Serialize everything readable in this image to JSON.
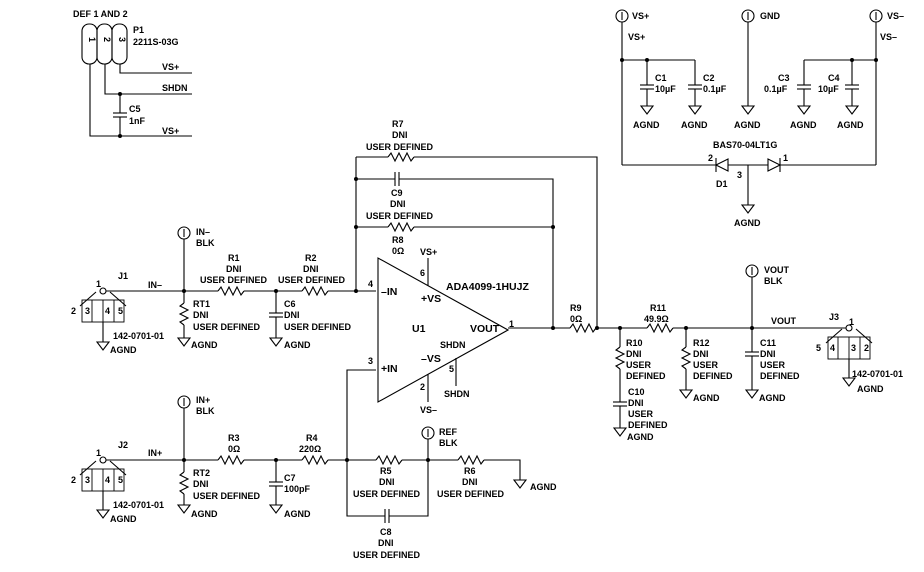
{
  "connector_p1": {
    "group_label": "DEF 1 AND 2",
    "ref": "P1",
    "part": "2211S-03G",
    "pins": [
      "1",
      "2",
      "3"
    ],
    "net_vsp_a": "VS+",
    "net_shdn": "SHDN",
    "net_vsp_b": "VS+"
  },
  "c5": {
    "ref": "C5",
    "value": "1nF"
  },
  "supply": {
    "vsp_label": "VS+",
    "vsp_net": "VS+",
    "gnd_label": "GND",
    "vsn_label": "VS–",
    "vsn_net": "VS–",
    "c1": {
      "ref": "C1",
      "value": "10µF"
    },
    "c2": {
      "ref": "C2",
      "value": "0.1µF"
    },
    "c3": {
      "ref": "C3",
      "value": "0.1µF"
    },
    "c4": {
      "ref": "C4",
      "value": "10µF"
    },
    "agnd": "AGND",
    "diode_part": "BAS70-04LT1G",
    "diode_ref": "D1",
    "diode_pins": [
      "2",
      "3",
      "1"
    ]
  },
  "feedback": {
    "r7": {
      "ref": "R7",
      "value": "DNI",
      "note": "USER DEFINED"
    },
    "c9": {
      "ref": "C9",
      "value": "DNI",
      "note": "USER DEFINED"
    },
    "r8": {
      "ref": "R8",
      "value": "0Ω"
    }
  },
  "input_minus": {
    "tp": "IN–",
    "tp2": "BLK",
    "jack": "J1",
    "jack_pin": "1",
    "net": "IN–",
    "jack_part": "142-0701-01",
    "jack_pins": [
      "2",
      "3",
      "4",
      "5"
    ],
    "r1": {
      "ref": "R1",
      "value": "DNI",
      "note": "USER DEFINED"
    },
    "r2": {
      "ref": "R2",
      "value": "DNI",
      "note": "USER DEFINED"
    },
    "rt1": {
      "ref": "RT1",
      "value": "DNI",
      "note": "USER DEFINED"
    },
    "c6": {
      "ref": "C6",
      "value": "DNI",
      "note": "USER DEFINED"
    }
  },
  "opamp": {
    "part": "ADA4099-1HUJZ",
    "ref": "U1",
    "in_minus": "–IN",
    "in_plus": "+IN",
    "vsp": "+VS",
    "vsn": "–VS",
    "vout": "VOUT",
    "shdn": "SHDN",
    "pin_in_minus": "4",
    "pin_vsp": "6",
    "pin_out": "1",
    "pin_in_plus": "3",
    "pin_vsn": "2",
    "pin_shdn": "5",
    "rail_top": "VS+",
    "rail_bot": "VS–",
    "shdn_net": "SHDN"
  },
  "output": {
    "r9": {
      "ref": "R9",
      "value": "0Ω"
    },
    "r11": {
      "ref": "R11",
      "value": "49.9Ω"
    },
    "r10": {
      "ref": "R10",
      "value": "DNI",
      "note": [
        "USER",
        "DEFINED"
      ]
    },
    "c10": {
      "ref": "C10",
      "value": "DNI",
      "note": [
        "USER",
        "DEFINED"
      ]
    },
    "r12": {
      "ref": "R12",
      "value": "DNI",
      "note": [
        "USER",
        "DEFINED"
      ]
    },
    "c11": {
      "ref": "C11",
      "value": "DNI",
      "note": [
        "USER",
        "DEFINED"
      ]
    },
    "tp": "VOUT",
    "tp2": "BLK",
    "net": "VOUT",
    "jack": "J3",
    "jack_pin": "1",
    "jack_part": "142-0701-01",
    "jack_pins": [
      "5",
      "4",
      "3",
      "2"
    ]
  },
  "input_plus": {
    "tp": "IN+",
    "tp2": "BLK",
    "jack": "J2",
    "jack_pin": "1",
    "net": "IN+",
    "jack_part": "142-0701-01",
    "jack_pins": [
      "2",
      "3",
      "4",
      "5"
    ],
    "r3": {
      "ref": "R3",
      "value": "0Ω"
    },
    "r4": {
      "ref": "R4",
      "value": "220Ω"
    },
    "rt2": {
      "ref": "RT2",
      "value": "DNI",
      "note": "USER DEFINED"
    },
    "c7": {
      "ref": "C7",
      "value": "100pF"
    },
    "r5": {
      "ref": "R5",
      "value": "DNI",
      "note": "USER DEFINED"
    },
    "r6": {
      "ref": "R6",
      "value": "DNI",
      "note": "USER DEFINED"
    },
    "c8": {
      "ref": "C8",
      "value": "DNI",
      "note": "USER DEFINED"
    },
    "ref_tp": "REF",
    "ref_tp2": "BLK"
  },
  "agnd_label": "AGND"
}
